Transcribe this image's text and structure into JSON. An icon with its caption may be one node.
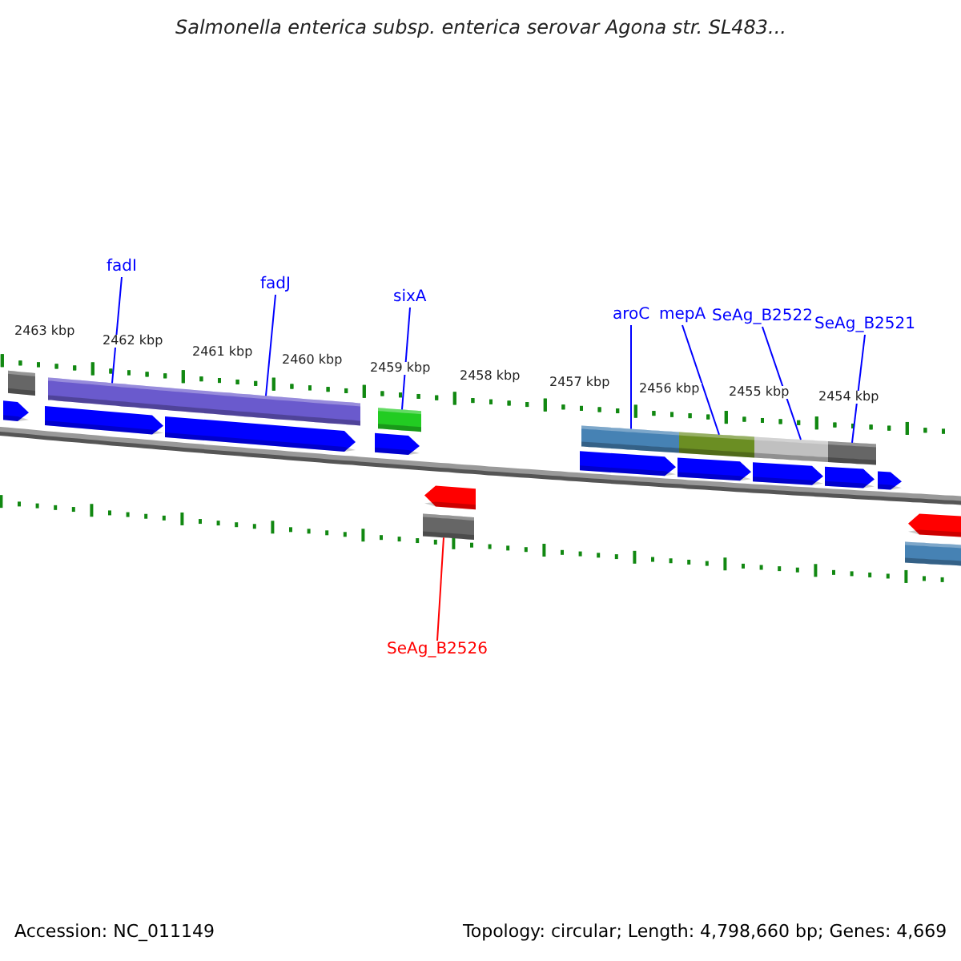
{
  "diagram": {
    "title": "Salmonella enterica subsp. enterica serovar Agona str. SL483...",
    "nodes": [
      {
        "text": [
          "fadI"
        ]
      },
      {
        "text": [
          "fadJ"
        ]
      },
      {
        "text": [
          "sixA"
        ]
      },
      {
        "text": [
          "aroC"
        ]
      },
      {
        "text": [
          "mepA"
        ]
      },
      {
        "text": [
          "SeAg_B2522"
        ]
      },
      {
        "text": [
          "SeAg_B2521"
        ]
      },
      {
        "text": [
          "SeAg_B2526"
        ]
      },
      {
        "text": [],
        "shape": "bar"
      },
      {
        "text": [],
        "shape": "bar"
      },
      {
        "text": [],
        "shape": "bar"
      },
      {
        "text": [],
        "shape": "bar"
      },
      {
        "text": [],
        "shape": "bar"
      },
      {
        "text": [],
        "shape": "bar"
      },
      {
        "text": [],
        "shape": "bar"
      },
      {
        "text": [],
        "shape": "bar"
      }
    ],
    "edges": [
      {
        "from": 0,
        "to": 8,
        "arrow": "none"
      },
      {
        "from": 1,
        "to": 9,
        "arrow": "none"
      },
      {
        "from": 2,
        "to": 10,
        "arrow": "none"
      },
      {
        "from": 3,
        "to": 11,
        "arrow": "none"
      },
      {
        "from": 4,
        "to": 12,
        "arrow": "none"
      },
      {
        "from": 5,
        "to": 13,
        "arrow": "none"
      },
      {
        "from": 6,
        "to": 14,
        "arrow": "none"
      },
      {
        "from": 7,
        "to": 15,
        "arrow": "none",
        "color": "#ff0000"
      }
    ],
    "labels": [
      "2463 kbp",
      "2462 kbp",
      "2461 kbp",
      "2460 kbp",
      "2459 kbp",
      "2458 kbp",
      "2457 kbp",
      "2456 kbp",
      "2455 kbp",
      "2454 kbp",
      "Accession: NC_011149",
      "Topology: circular; Length: 4,798,660 bp; Genes: 4,669"
    ]
  }
}
